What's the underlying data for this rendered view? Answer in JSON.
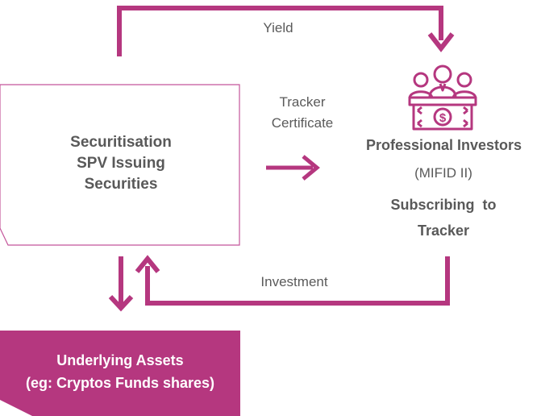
{
  "colors": {
    "accent": "#b5377f",
    "box_border": "#c4559a",
    "text": "#595959"
  },
  "labels": {
    "yield": "Yield",
    "tracker_line1": "Tracker",
    "tracker_line2": "Certificate",
    "investment": "Investment"
  },
  "spv": {
    "line1": "Securitisation",
    "line2": "SPV Issuing",
    "line3": "Securities"
  },
  "investors": {
    "title": "Professional Investors",
    "subtitle": "(MIFID II)",
    "line1": "Subscribing  to",
    "line2": "Tracker",
    "icon": "investors-with-money-icon"
  },
  "assets": {
    "line1": "Underlying Assets",
    "line2": "(eg: Cryptos Funds shares)"
  }
}
